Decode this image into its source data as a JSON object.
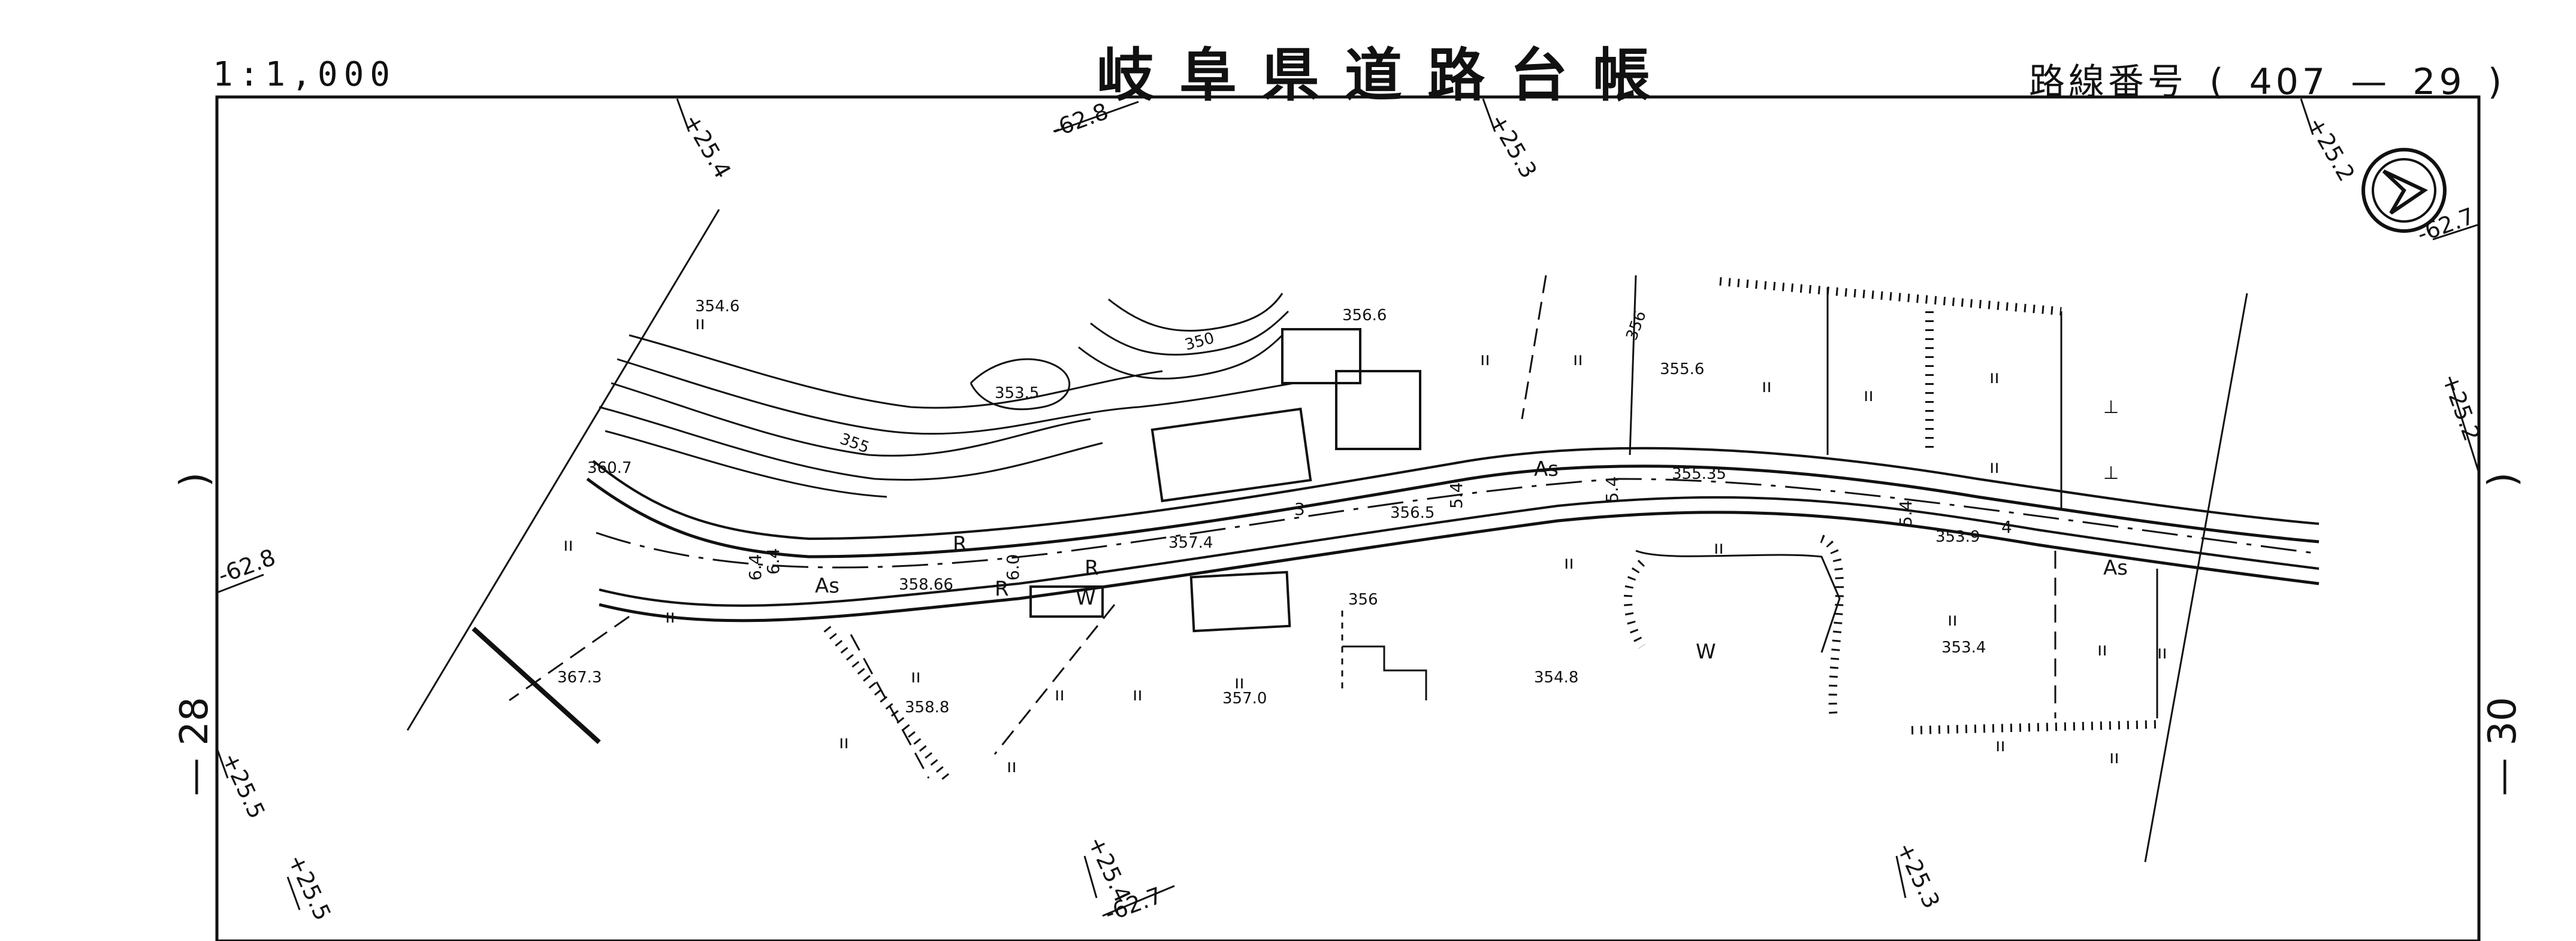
{
  "header": {
    "scale": "1:1,000",
    "title": "岐阜県道路台帳",
    "route_label": "路線番号",
    "route_open": "(",
    "route_number": "407",
    "route_dash": "—",
    "route_section": "29",
    "route_close": ")"
  },
  "sheets": {
    "left_dash": "—",
    "left": "28",
    "left_close": ")",
    "right_dash": "—",
    "right": "30",
    "right_close": ")"
  },
  "grid_labels": {
    "top_1": "+25.4",
    "top_2": "-62.8",
    "top_3": "+25.3",
    "top_4": "+25.2",
    "right_1": "-62.7",
    "right_2": "+25.2",
    "left_1": "-62.8",
    "left_2": "+25.5",
    "bottom_1": "+25.5",
    "bottom_2": "+25.4",
    "bottom_3": "-62.7",
    "bottom_4": "+25.3"
  },
  "elevations": {
    "e1": "354.6",
    "e2": "356.6",
    "e3": "350",
    "e4": "353.5",
    "e5": "355",
    "e6": "356",
    "e7": "355.6",
    "e8": "360.7",
    "e9": "355.35",
    "e10": "356.5",
    "e11": "357.4",
    "e12": "358.66",
    "e13": "353.9",
    "e14": "356",
    "e15": "367.3",
    "e16": "358.8",
    "e17": "357.0",
    "e18": "354.8",
    "e19": "353.4"
  },
  "road_labels": {
    "as_1": "As",
    "as_2": "As",
    "as_3": "As",
    "r_1": "R",
    "r_2": "R",
    "r_3": "R",
    "w_1": "W",
    "w_2": "W",
    "width_1": "6.4",
    "width_2": "6.4",
    "width_3": "6.0",
    "width_4": "3",
    "width_5": "5.4",
    "width_6": "5.4",
    "width_7": "5.4",
    "width_8": "4"
  },
  "colors": {
    "ink": "#111111",
    "paper": "#ffffff"
  }
}
